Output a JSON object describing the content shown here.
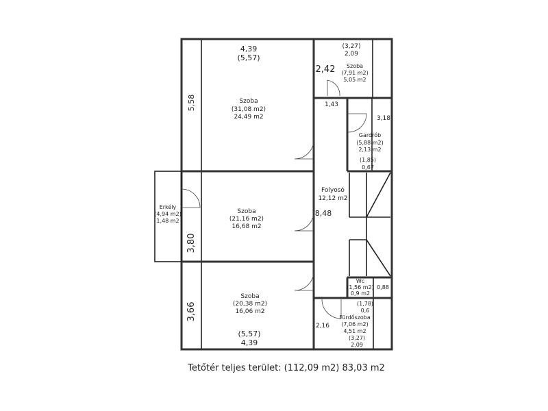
{
  "rooms": {
    "szoba1": {
      "name": "Szoba",
      "gross": "(31,08 m2)",
      "net": "24,49 m2",
      "dim_w": "4,39",
      "dim_w_gross": "(5,57)",
      "dim_h": "5,58"
    },
    "szoba2": {
      "name": "Szoba",
      "gross": "(7,91 m2)",
      "net": "5,05 m2",
      "dim_w_gross": "(3,27)",
      "dim_w": "2,09",
      "dim_h": "2,42"
    },
    "gardrob": {
      "name": "Gardrób",
      "gross": "(5,88 m2)",
      "net": "2,13 m2",
      "dim_a": "1,43",
      "dim_h": "3,18",
      "dim_w_gross": "(1,85)",
      "dim_w": "0,67"
    },
    "folyoso": {
      "name": "Folyosó",
      "net": "12,12 m2",
      "dim_h": "8,48"
    },
    "erkely": {
      "name": "Erkély",
      "gross": "(4,94 m2)",
      "net": "1,48 m2"
    },
    "szoba3": {
      "name": "Szoba",
      "gross": "(21,16 m2)",
      "net": "16,68 m2",
      "dim_h": "3,80"
    },
    "szoba4": {
      "name": "Szoba",
      "gross": "(20,38 m2)",
      "net": "16,06 m2",
      "dim_h": "3,66",
      "dim_w_gross": "(5,57)",
      "dim_w": "4,39"
    },
    "wc": {
      "name": "Wc",
      "gross": "(1,56 m2)",
      "net": "0,9 m2",
      "dim": "0,88"
    },
    "furdoszoba": {
      "name": "Fürdőszoba",
      "gross": "(7,06 m2)",
      "net": "4,51 m2",
      "dim_a_gross": "(1,78)",
      "dim_a": "0,6",
      "dim_h": "2,16",
      "dim_w_gross": "(3,27)",
      "dim_w": "2,09"
    }
  },
  "footer": {
    "total": "Tetőtér teljes terület: (112,09 m2) 83,03 m2"
  }
}
